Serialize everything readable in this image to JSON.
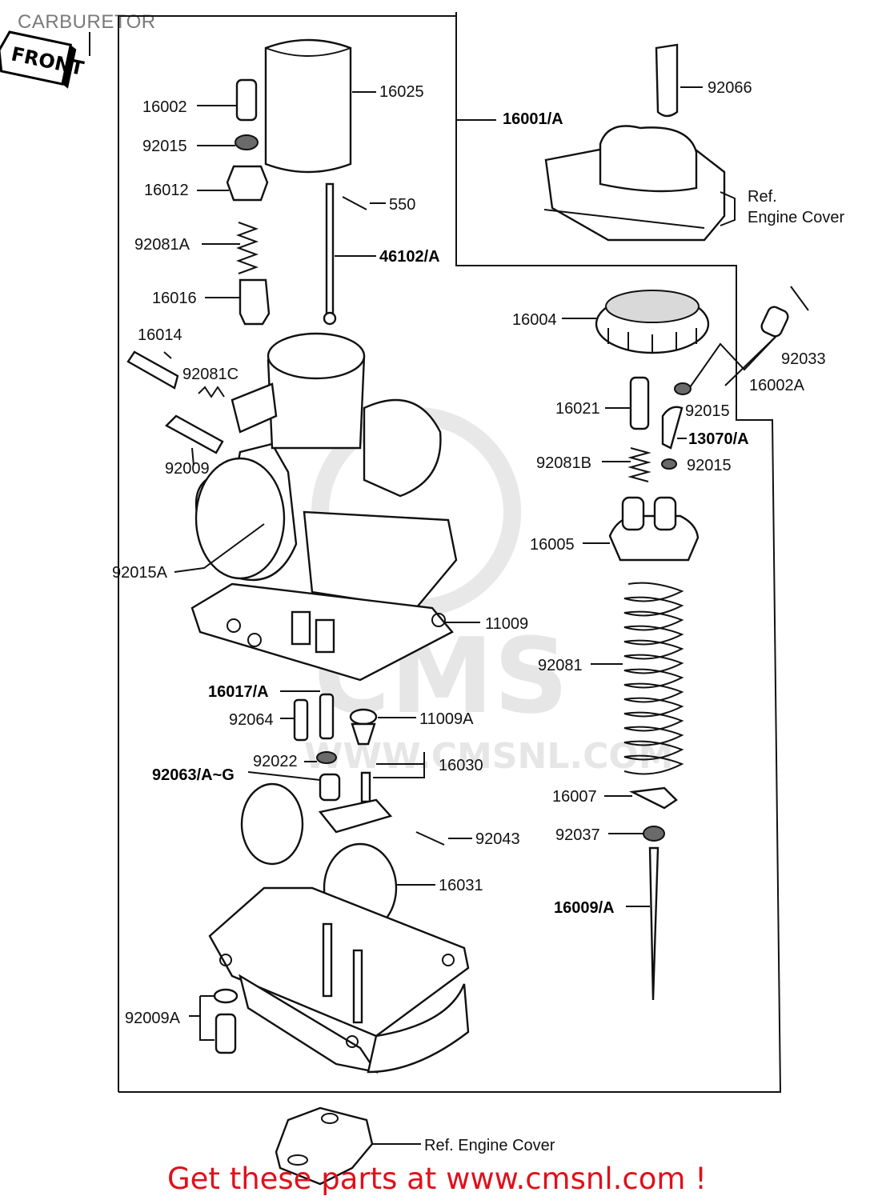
{
  "diagram": {
    "title": "CARBURETOR",
    "front_badge": "FRONT",
    "cta": "Get these parts at www.cmsnl.com !",
    "watermark": {
      "brand": "CMS",
      "url": "WWW.CMSNL.COM"
    },
    "labels": {
      "p16002": "16002",
      "p92015_top": "92015",
      "p16012": "16012",
      "p92081a": "92081A",
      "p16016": "16016",
      "p16025": "16025",
      "p550": "550",
      "p46102a": "46102/A",
      "p16001a": "16001/A",
      "p92066": "92066",
      "ref_engine_cover_top": "Ref.\nEngine Cover",
      "p16004": "16004",
      "p92033": "92033",
      "p16002a": "16002A",
      "p16021": "16021",
      "p92015_mid": "92015",
      "p13070a": "13070/A",
      "p92081b": "92081B",
      "p92015_low": "92015",
      "p16014": "16014",
      "p92081c": "92081C",
      "p92009": "92009",
      "p92015a": "92015A",
      "p11009": "11009",
      "p16005": "16005",
      "p92081": "92081",
      "p16017a": "16017/A",
      "p92064": "92064",
      "p11009a": "11009A",
      "p92022": "92022",
      "p16030": "16030",
      "p92063": "92063/A~G",
      "p16007": "16007",
      "p92037": "92037",
      "p92043": "92043",
      "p16031": "16031",
      "p16009a": "16009/A",
      "p92009a": "92009A",
      "ref_engine_cover_bottom": "Ref. Engine Cover"
    }
  }
}
